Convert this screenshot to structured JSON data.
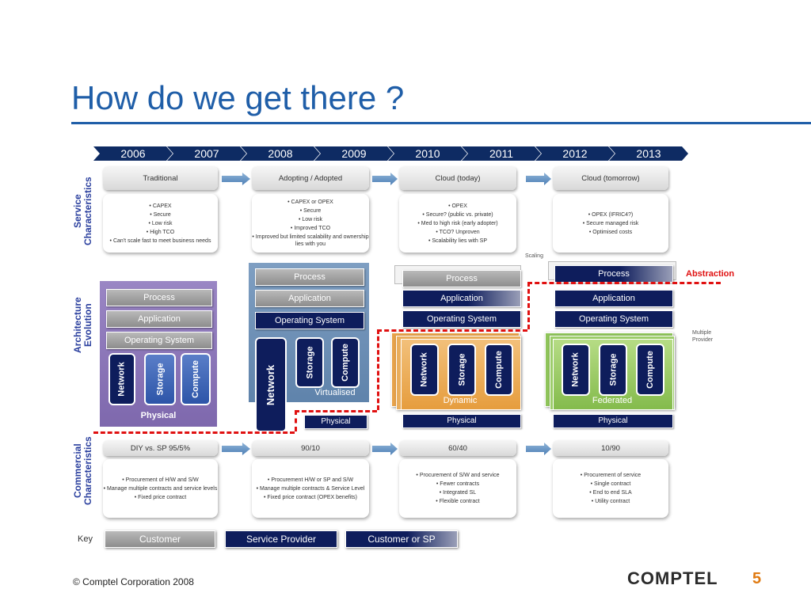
{
  "title": "How do we get there ?",
  "years": [
    "2006",
    "2007",
    "2008",
    "2009",
    "2010",
    "2011",
    "2012",
    "2013"
  ],
  "rows": {
    "service": "Service Characteristics",
    "architecture": "Architecture Evolution",
    "commercial": "Commercial Characteristics"
  },
  "stages": [
    {
      "name": "Traditional",
      "service": [
        "CAPEX",
        "Secure",
        "Low risk",
        "High TCO",
        "Can't scale fast to meet business needs"
      ],
      "commercial_head": "DIY vs. SP 95/5%",
      "commercial": [
        "Procurement of H/W and S/W",
        "Manage multiple contracts and service levels",
        "Fixed price contract"
      ],
      "env": "Physical"
    },
    {
      "name": "Adopting / Adopted",
      "service": [
        "CAPEX or OPEX",
        "Secure",
        "Low risk",
        "Improved TCO",
        "Improved but limited scalability and ownership lies with you"
      ],
      "commercial_head": "90/10",
      "commercial": [
        "Procurement H/W or SP and S/W",
        "Manage multiple contracts & Service Level",
        "Fixed price contract (OPEX benefits)"
      ],
      "env": "Virtualised",
      "env2": "Physical"
    },
    {
      "name": "Cloud (today)",
      "service": [
        "OPEX",
        "Secure? (public vs. private)",
        "Med to high risk (early adopter)",
        "TCO? Unproven",
        "Scalability lies with SP"
      ],
      "commercial_head": "60/40",
      "commercial": [
        "Procurement of S/W and service",
        "Fewer contracts",
        "Integrated SL",
        "Flexible contract"
      ],
      "env": "Dynamic",
      "env2": "Physical"
    },
    {
      "name": "Cloud (tomorrow)",
      "service": [
        "OPEX (IFRIC4?)",
        "Secure managed risk",
        "Optimised costs"
      ],
      "commercial_head": "10/90",
      "commercial": [
        "Procurement of service",
        "Single contract",
        "End to end SLA",
        "Utility contract"
      ],
      "env": "Federated",
      "env2": "Physical"
    }
  ],
  "layers": {
    "process": "Process",
    "application": "Application",
    "os": "Operating System",
    "network": "Network",
    "storage": "Storage",
    "compute": "Compute"
  },
  "annotations": {
    "scaling": "Scaling",
    "abstraction": "Abstraction",
    "multiple_provider": "Multiple Provider"
  },
  "key": {
    "label": "Key",
    "customer": "Customer",
    "service_provider": "Service Provider",
    "customer_or_sp": "Customer or SP"
  },
  "footer": {
    "copyright": "© Comptel Corporation 2008",
    "logo": "COMPTEL",
    "page": "5"
  },
  "colors": {
    "title_blue": "#1f5ea8",
    "navy": "#0e1d5c",
    "red": "#e01010",
    "purple": "#8b75b8",
    "steel": "#6d8fb3",
    "orange": "#e7a24a",
    "green": "#8fc45a"
  }
}
